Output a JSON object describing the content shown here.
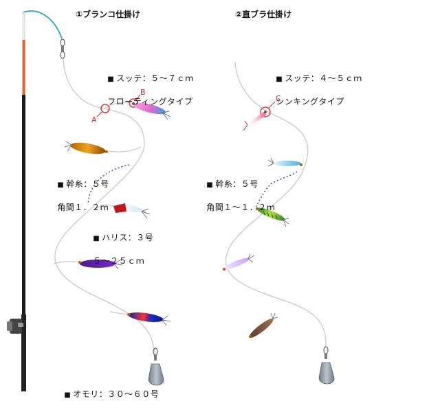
{
  "titles": {
    "left": "①ブランコ仕掛け",
    "right": "②直ブラ仕掛け"
  },
  "labels": {
    "left_sutte": {
      "bullet": "■",
      "line1": "スッテ：５～７ｃｍ",
      "line2": "フローティングタイプ"
    },
    "left_mikiito": {
      "bullet": "■",
      "line1": "幹糸：５号",
      "line2": "角間１．２ｍ"
    },
    "left_harisu": {
      "bullet": "■",
      "line1": "ハリス：３号",
      "line2": "５～２５ｃｍ"
    },
    "left_omori": {
      "bullet": "■",
      "line1": "オモリ：３０～６０号"
    },
    "right_sutte": {
      "bullet": "■",
      "line1": "スッテ：４～５ｃｍ",
      "line2": "シンキングタイプ"
    },
    "right_mikiito": {
      "bullet": "■",
      "line1": "幹糸：５号",
      "line2": "角間１～１．２ｍ"
    }
  },
  "markers": {
    "a": "A",
    "b": "B",
    "c": "C"
  },
  "colors": {
    "line": "#c8c8c8",
    "rod": "#1a1a1a",
    "rod_accent": "#e8622a",
    "rod_tip": "#3aa9c7",
    "marker": "#e02020",
    "dotted": "#2c3fa8",
    "sinker": "#8c9aa0"
  }
}
